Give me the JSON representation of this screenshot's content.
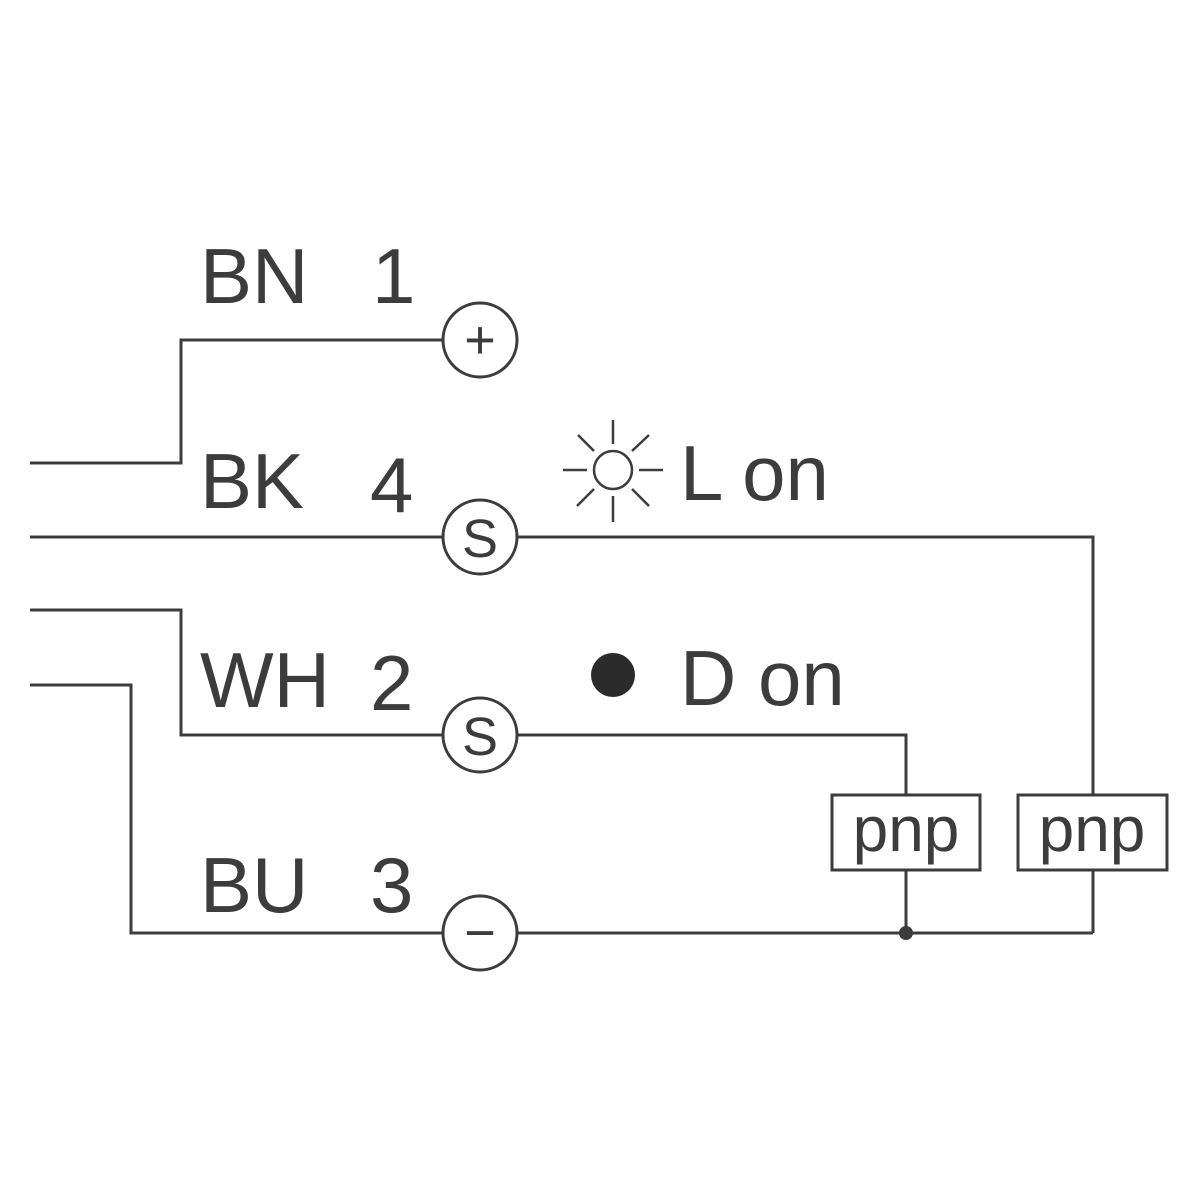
{
  "pins": [
    {
      "color": "BN",
      "number": "1",
      "symbol": "+"
    },
    {
      "color": "BK",
      "number": "4",
      "symbol": "S"
    },
    {
      "color": "WH",
      "number": "2",
      "symbol": "S"
    },
    {
      "color": "BU",
      "number": "3",
      "symbol": "−"
    }
  ],
  "indicators": {
    "light": {
      "icon": "sun-icon",
      "label": "L on"
    },
    "dot": {
      "icon": "filled-dot-icon",
      "label": "D on"
    }
  },
  "outputs": [
    {
      "label": "pnp"
    },
    {
      "label": "pnp"
    }
  ],
  "colors": {
    "line": "#3c3c3c",
    "dot": "#2b2b2b",
    "background": "#ffffff"
  }
}
